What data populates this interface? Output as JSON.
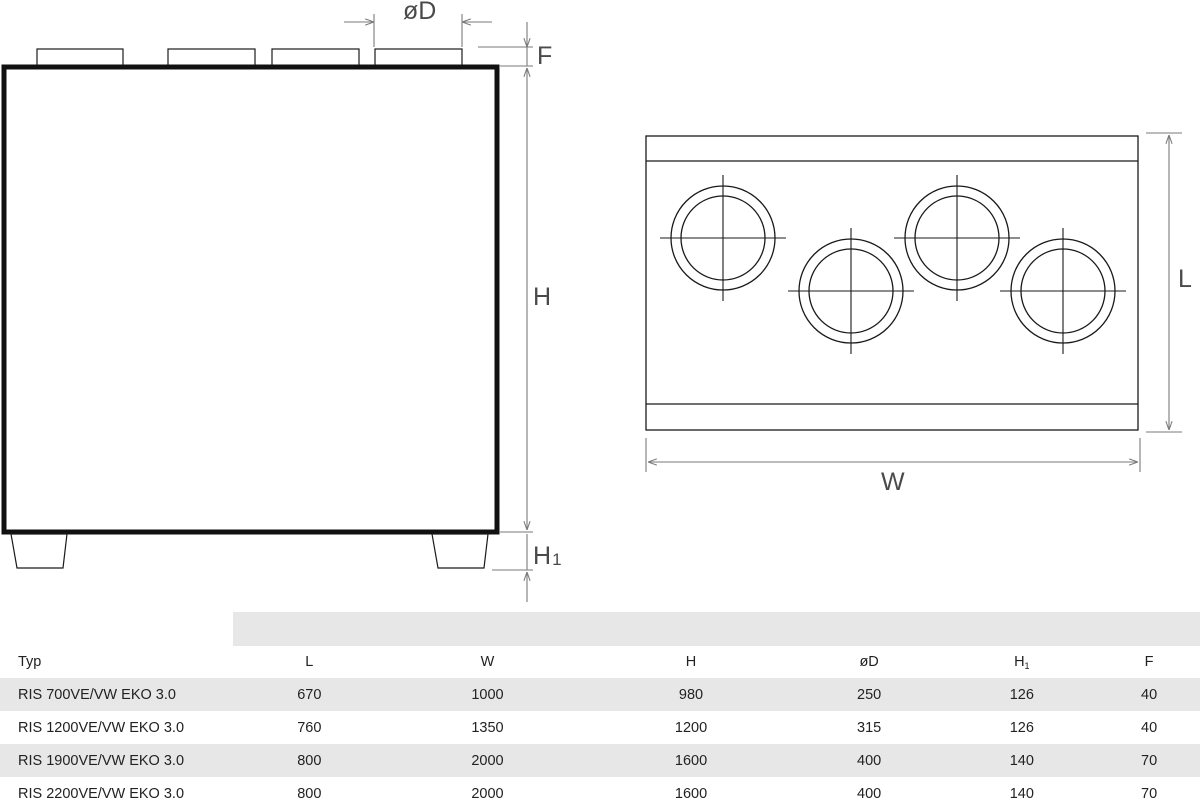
{
  "dimension_labels": {
    "diameter": "øD",
    "flange": "F",
    "height": "H",
    "leg_height": "H",
    "leg_height_sub": "1",
    "length": "L",
    "width": "W"
  },
  "table": {
    "columns": [
      {
        "label": "Typ",
        "sub": ""
      },
      {
        "label": "L",
        "sub": ""
      },
      {
        "label": "W",
        "sub": ""
      },
      {
        "label": "H",
        "sub": ""
      },
      {
        "label": "øD",
        "sub": ""
      },
      {
        "label": "H",
        "sub": "1"
      },
      {
        "label": "F",
        "sub": ""
      }
    ],
    "rows": [
      [
        "RIS 700VE/VW EKO 3.0",
        "670",
        "1000",
        "980",
        "250",
        "126",
        "40"
      ],
      [
        "RIS 1200VE/VW EKO 3.0",
        "760",
        "1350",
        "1200",
        "315",
        "126",
        "40"
      ],
      [
        "RIS 1900VE/VW EKO 3.0",
        "800",
        "2000",
        "1600",
        "400",
        "140",
        "70"
      ],
      [
        "RIS 2200VE/VW EKO 3.0",
        "800",
        "2000",
        "1600",
        "400",
        "140",
        "70"
      ]
    ]
  },
  "colors": {
    "line": "#1a1a1a",
    "dimension": "#7a7a7a",
    "row_shade": "#e7e7e7"
  }
}
